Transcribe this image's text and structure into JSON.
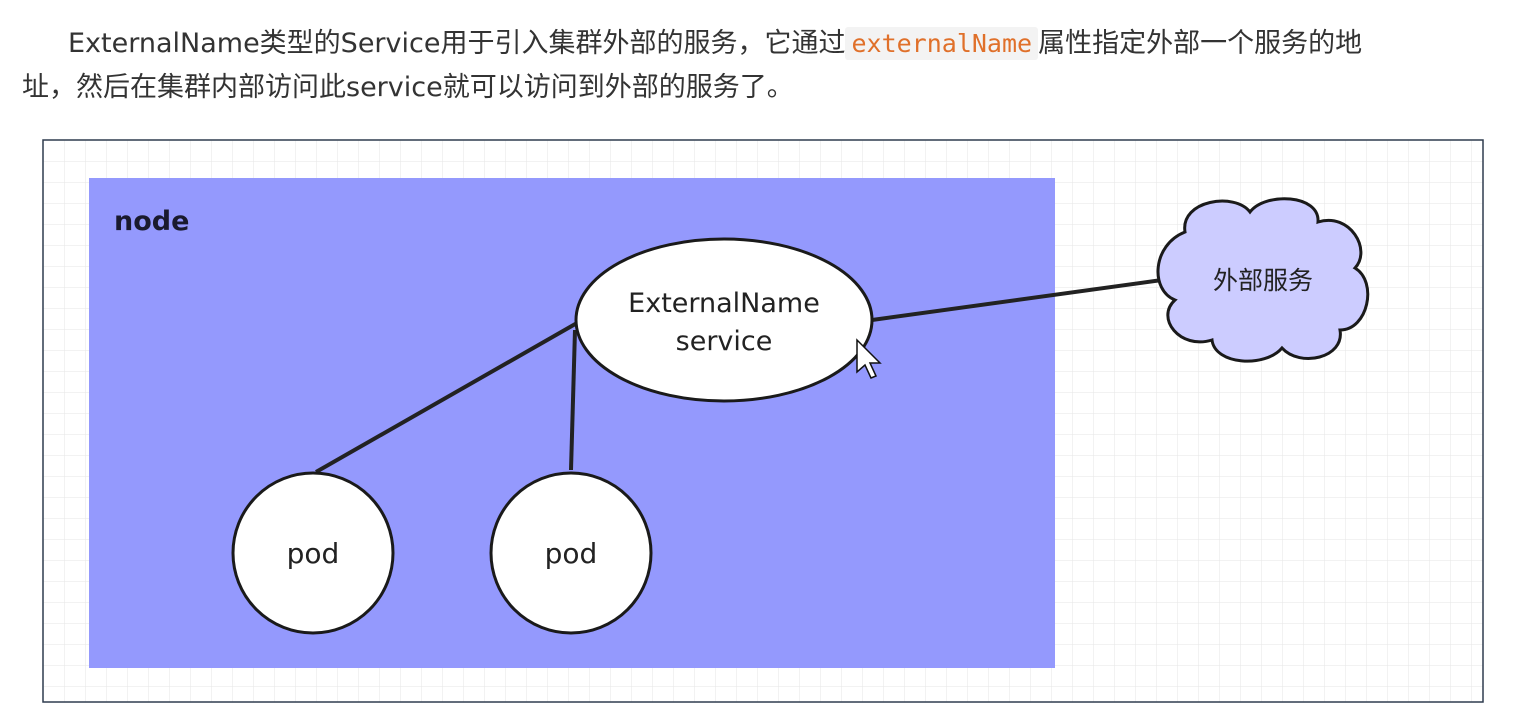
{
  "paragraph": {
    "line1_prefix": "ExternalName类型的Service用于引入集群外部的服务，它通过",
    "code": "externalName",
    "line1_suffix": "属性指定外部一个服务的地",
    "line2": "址，然后在集群内部访问此service就可以访问到外部的服务了。"
  },
  "diagram": {
    "node_label": "node",
    "service_label_line1": "ExternalName",
    "service_label_line2": "service",
    "external_label": "外部服务",
    "pods": [
      {
        "label": "pod"
      },
      {
        "label": "pod"
      }
    ],
    "colors": {
      "node_fill": "#9499fd",
      "external_fill": "#ccccff",
      "grid": "#e6e6e6",
      "outline": "#1a1a1a"
    }
  }
}
